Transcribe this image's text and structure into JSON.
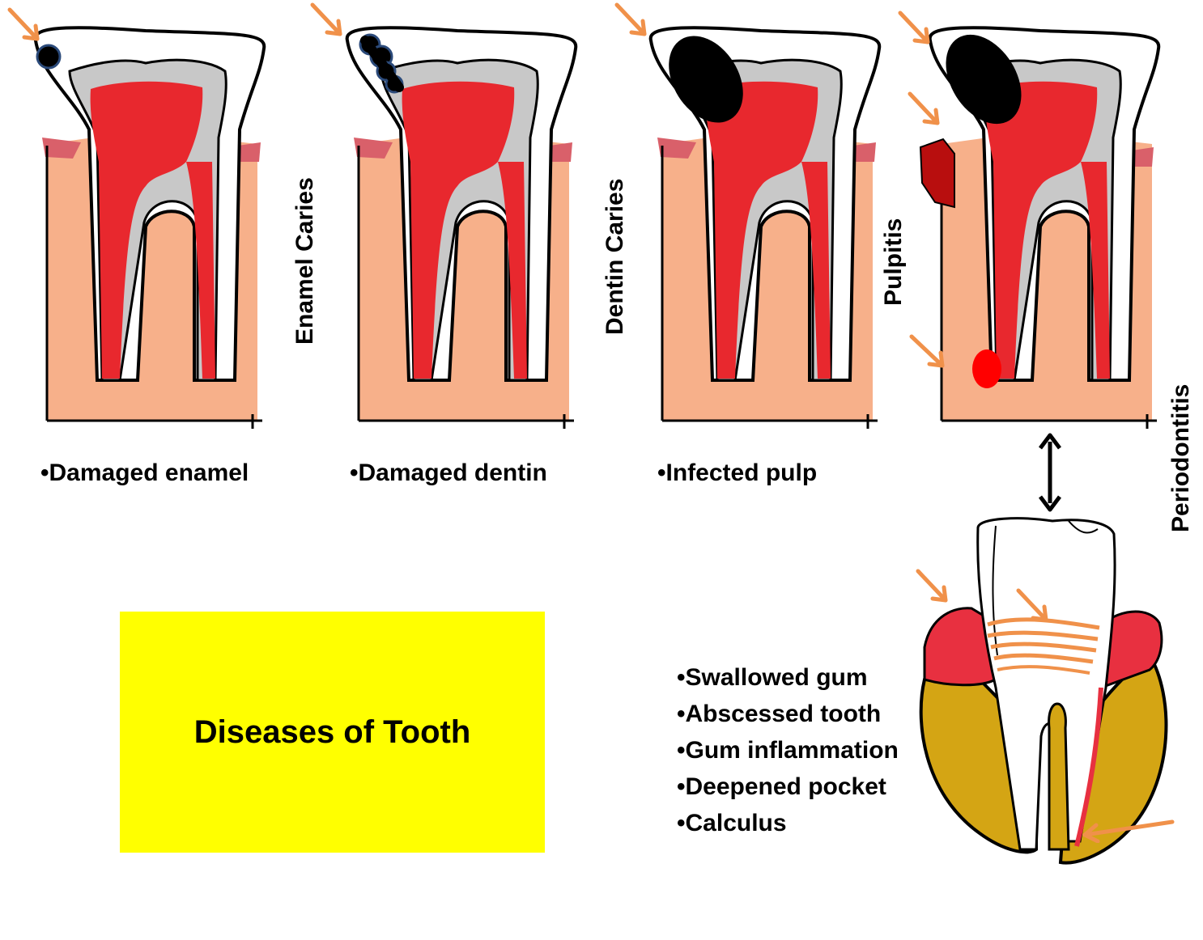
{
  "title": "Diseases of Tooth",
  "colors": {
    "title_background": "#ffff00",
    "gum": "#f7b08a",
    "gum_edge": "#d9606a",
    "dentin": "#c8c8c8",
    "pulp": "#e8282e",
    "caries": "#000000",
    "arrow": "#f0914a",
    "bone": "#d4a514",
    "abscess": "#b80e0e"
  },
  "stages": [
    {
      "id": "enamel",
      "vertical_label": "Enamel Caries",
      "caption": "•Damaged enamel"
    },
    {
      "id": "dentin",
      "vertical_label": "Dentin Caries",
      "caption": "•Damaged dentin"
    },
    {
      "id": "pulp",
      "vertical_label": "Pulpitis",
      "caption": "•Infected pulp"
    },
    {
      "id": "periodontitis",
      "vertical_label": "Periodontitis",
      "caption": ""
    }
  ],
  "periodontitis_symptoms": [
    "•Swallowed gum",
    "•Abscessed tooth",
    "•Gum inflammation",
    "•Deepened pocket",
    "•Calculus"
  ],
  "icons": {
    "pointer": "orange-arrow-icon",
    "link": "double-arrow-icon"
  }
}
